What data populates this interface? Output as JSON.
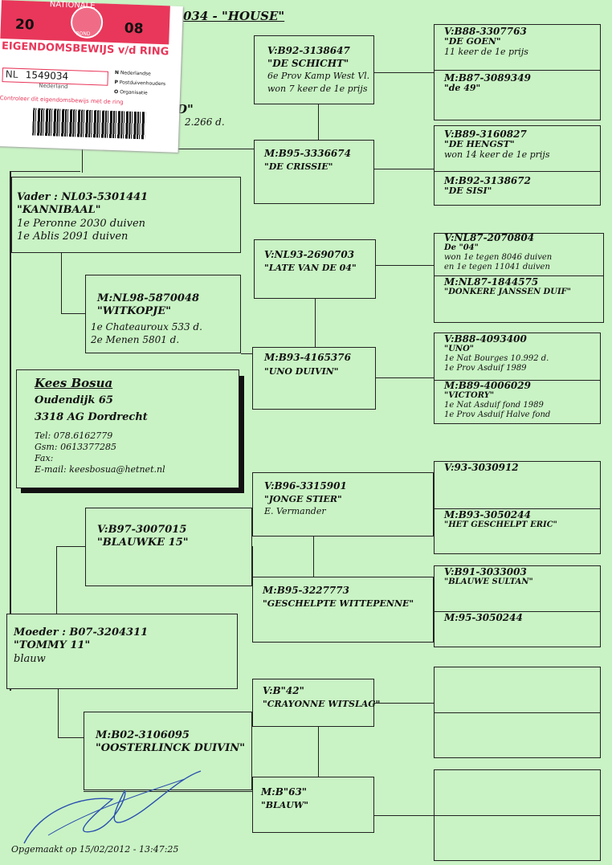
{
  "header": {
    "title_fragment": "034 - \"HOUSE\"",
    "name_fragment": "D\"",
    "distance_fragment": "2.266 d."
  },
  "sticker": {
    "year_left": "20",
    "year_right": "08",
    "top_text": "NATIONALE",
    "crest_text": "BOND",
    "cert_title": "EIGENDOMSBEWIJS v/d RING",
    "country": "NL",
    "ring_number": "1549034",
    "nation": "Nederland",
    "org_lines": [
      "Nederlandse",
      "Postduivenhouders",
      "Organisatie"
    ],
    "org_letters": [
      "N",
      "P",
      "O"
    ],
    "control_text": "Controleer dit eigendomsbewijs met de ring"
  },
  "owner": {
    "name": "Kees Bosua",
    "address1": "Oudendijk 65",
    "address2": "3318 AG Dordrecht",
    "tel": "Tel: 078.6162779",
    "gsm": "Gsm: 0613377285",
    "fax": "Fax:",
    "email": "E-mail: keesbosua@hetnet.nl"
  },
  "father": {
    "id": "Vader : NL03-5301441",
    "name": "\"KANNIBAAL\"",
    "lines": [
      "1e Peronne 2030 duiven",
      "1e Ablis   2091 duiven"
    ]
  },
  "mother": {
    "id": "Moeder : B07-3204311",
    "name": "\"TOMMY 11\"",
    "lines": [
      "blauw"
    ]
  },
  "gp": {
    "ff": {
      "id": "V:B92-3138647",
      "name": "\"DE SCHICHT\"",
      "lines": [
        "6e Prov Kamp West Vl.",
        "won 7 keer de 1e prijs"
      ]
    },
    "fm_outer": {
      "id": "M:B95-3336674",
      "name": "\"DE CRISSIE\""
    },
    "fm": {
      "id": "M:NL98-5870048",
      "name": "\"WITKOPJE\"",
      "lines": [
        "1e Chateauroux 533 d.",
        "2e Menen  5801 d."
      ]
    },
    "fmf": {
      "id": "V:NL93-2690703",
      "name": "\"LATE VAN DE 04\""
    },
    "fmm": {
      "id": "M:B93-4165376",
      "name": "\"UNO DUIVIN\""
    },
    "mf": {
      "id": "V:B97-3007015",
      "name": "\"BLAUWKE 15\""
    },
    "mff": {
      "id": "V:B96-3315901",
      "name": "\"JONGE STIER\"",
      "lines": [
        "E. Vermander"
      ]
    },
    "mfm": {
      "id": "M:B95-3227773",
      "name": "\"GESCHELPTE WITTEPENNE\""
    },
    "mm": {
      "id": "M:B02-3106095",
      "name": "\"OOSTERLINCK DUIVIN\""
    },
    "mmf": {
      "id": "V:B\"42\"",
      "name": "\"CRAYONNE WITSLAG\""
    },
    "mmm": {
      "id": "M:B\"63\"",
      "name": "\"BLAUW\""
    }
  },
  "right": [
    {
      "id": "V:B88-3307763",
      "name": "\"DE GOEN\"",
      "lines": [
        "11 keer de 1e prijs"
      ]
    },
    {
      "id": "M:B87-3089349",
      "name": "\"de 49\"",
      "lines": []
    },
    {
      "id": "V:B89-3160827",
      "name": "\"DE HENGST\"",
      "lines": [
        "won 14 keer de 1e prijs"
      ]
    },
    {
      "id": "M:B92-3138672",
      "name": "\"DE SISI\"",
      "lines": []
    },
    {
      "id": "V:NL87-2070804",
      "name": "De \"04\"",
      "lines": [
        "won 1e tegen 8046 duiven",
        "en 1e tegen 11041 duiven"
      ]
    },
    {
      "id": "M:NL87-1844575",
      "name": "\"DONKERE JANSSEN DUIF\"",
      "lines": []
    },
    {
      "id": "V:B88-4093400",
      "name": "\"UNO\"",
      "lines": [
        "1e Nat Bourges 10.992 d.",
        "1e Prov Asduif 1989"
      ]
    },
    {
      "id": "M:B89-4006029",
      "name": "\"VICTORY\"",
      "lines": [
        "1e Nat Asduif fond 1989",
        "1e Prov Asduif Halve fond"
      ]
    },
    {
      "id": "V:93-3030912",
      "name": "",
      "lines": []
    },
    {
      "id": "M:B93-3050244",
      "name": "\"HET GESCHELPT ERIC\"",
      "lines": []
    },
    {
      "id": "V:B91-3033003",
      "name": "\"BLAUWE SULTAN\"",
      "lines": []
    },
    {
      "id": "M:95-3050244",
      "name": "",
      "lines": []
    }
  ],
  "footer": {
    "created": "Opgemaakt op 15/02/2012 - 13:47:25"
  }
}
